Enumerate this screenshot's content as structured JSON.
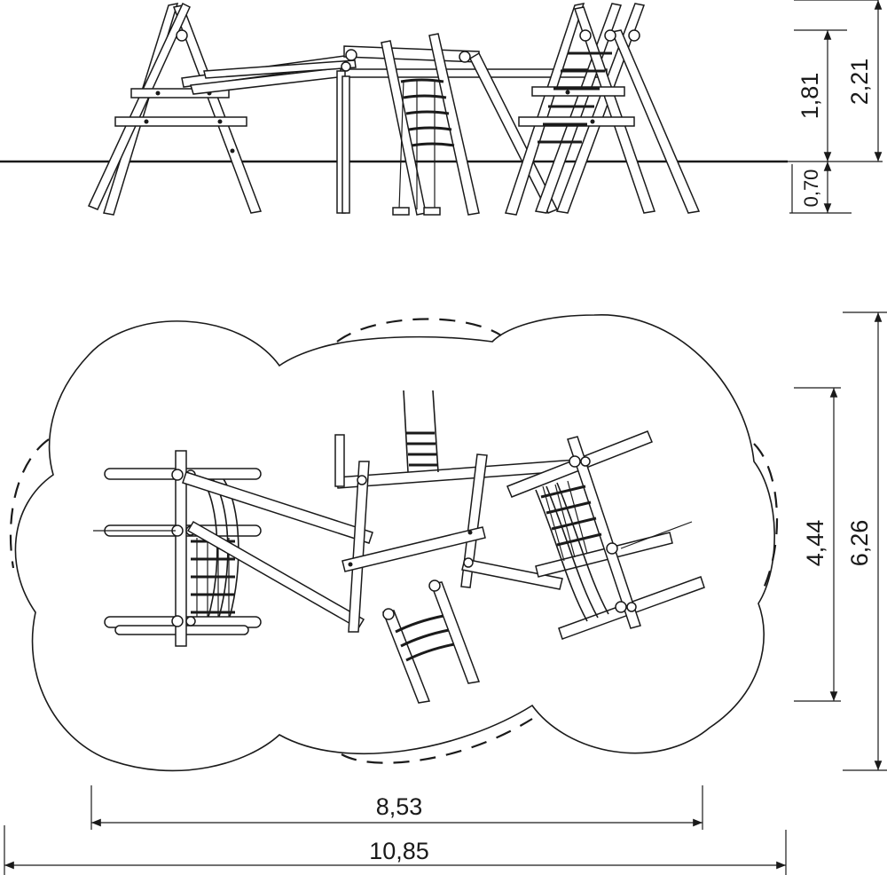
{
  "dimensions": {
    "side_height_above_ground": "1,81",
    "side_total_height": "2,21",
    "side_depth_below_ground": "0,70",
    "plan_inner_depth": "4,44",
    "plan_total_depth": "6,26",
    "plan_inner_width": "8,53",
    "plan_total_width": "10,85"
  }
}
